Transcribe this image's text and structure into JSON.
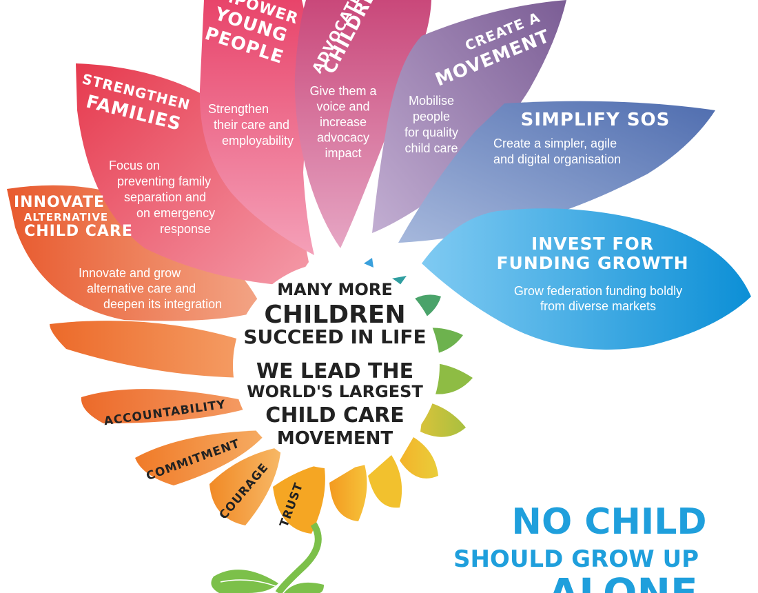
{
  "petals": [
    {
      "heading": [
        "EMPOWER",
        "YOUNG",
        "PEOPLE"
      ],
      "body": [
        "Strengthen",
        "their care and",
        "employability"
      ],
      "color": "#e8466a"
    },
    {
      "heading": [
        "ADVOCATE FOR",
        "CHILDREN"
      ],
      "body": [
        "Give them a",
        "voice and",
        "increase",
        "advocacy",
        "impact"
      ],
      "color": "#cc4a7a"
    },
    {
      "heading": [
        "CREATE A",
        "MOVEMENT"
      ],
      "body": [
        "Mobilise",
        "people",
        "for quality",
        "child care"
      ],
      "color": "#8a689c"
    },
    {
      "heading": [
        "SIMPLIFY SOS"
      ],
      "body": [
        "Create a simpler, agile",
        "and digital organisation"
      ],
      "color": "#6b7fb8"
    },
    {
      "heading": [
        "INVEST FOR",
        "FUNDING GROWTH"
      ],
      "body": [
        "Grow federation funding boldly",
        "from diverse markets"
      ],
      "color": "#2aa4e2"
    },
    {
      "heading": [
        "STRENGTHEN",
        "FAMILIES"
      ],
      "body": [
        "Focus on",
        "preventing family",
        "separation and",
        "on emergency",
        "response"
      ],
      "color": "#e8485a"
    },
    {
      "heading": [
        "INNOVATE",
        "ALTERNATIVE",
        "CHILD CARE"
      ],
      "body": [
        "Innovate and grow",
        "alternative care and",
        "deepen its integration"
      ],
      "color": "#ec6a3f"
    }
  ],
  "values": [
    "ACCOUNTABILITY",
    "COMMITMENT",
    "COURAGE",
    "TRUST"
  ],
  "center": {
    "vision": [
      "MANY MORE",
      "CHILDREN",
      "SUCCEED IN LIFE"
    ],
    "mission": [
      "WE LEAD THE",
      "WORLD'S LARGEST",
      "CHILD CARE",
      "MOVEMENT"
    ]
  },
  "tagline": [
    "NO CHILD",
    "SHOULD GROW UP",
    "ALONE"
  ],
  "colors": {
    "tagline": "#1f9fdc",
    "stem": "#7cc04a",
    "green_petals": "#7ab648",
    "yellow_petals": "#f2c12e",
    "orange_petals": "#f08a2c"
  }
}
